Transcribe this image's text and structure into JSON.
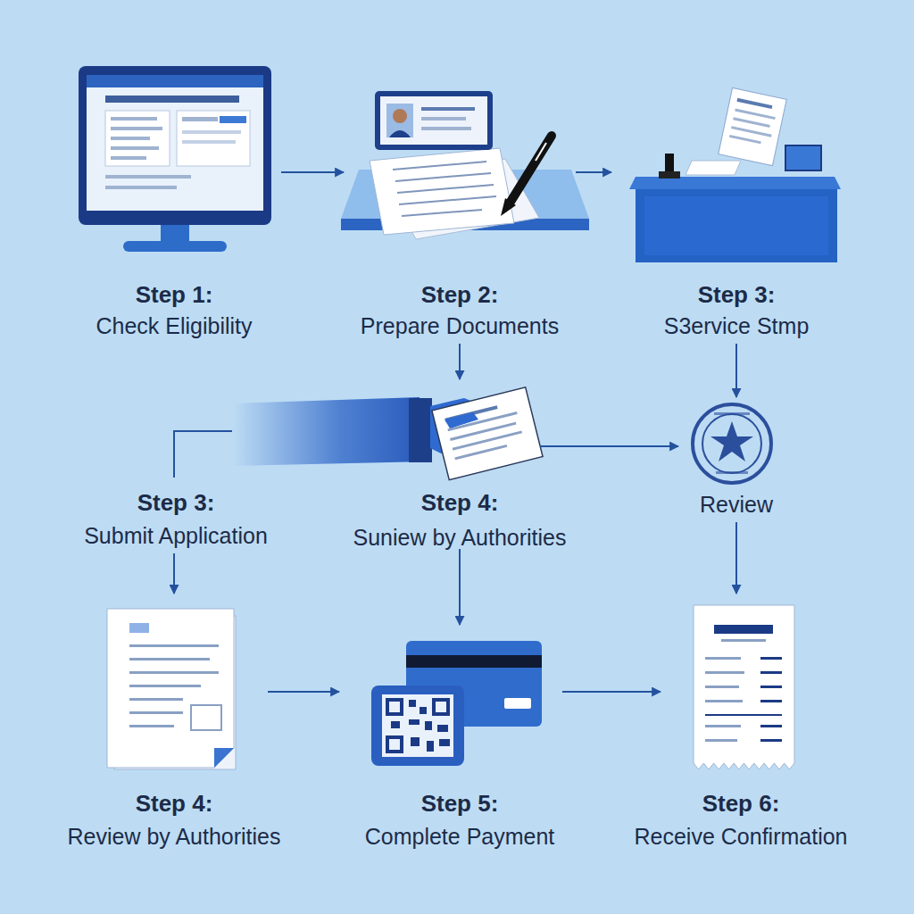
{
  "diagram": {
    "nodes": [
      {
        "text": [
          "Step 1:",
          "Check Eligibility"
        ]
      },
      {
        "text": [
          "Step 2:",
          "Prepare Documents"
        ]
      },
      {
        "text": [
          "Step 3:",
          "S3ervice Stmp"
        ]
      },
      {
        "text": [
          "Step 3:",
          "Submit Application"
        ]
      },
      {
        "text": [
          "Step 4:",
          "Suniew by Authorities"
        ]
      },
      {
        "text": [
          "Review"
        ]
      },
      {
        "text": [
          "Step 4:",
          "Review by Authorities"
        ]
      },
      {
        "text": [
          "Step 5:",
          "Complete Payment"
        ]
      },
      {
        "text": [
          "Step 6:",
          "Receive Confirmation"
        ]
      }
    ],
    "edges": [
      {
        "from": 0,
        "to": 1,
        "arrow": "to"
      },
      {
        "from": 1,
        "to": 2,
        "arrow": "to"
      },
      {
        "from": 1,
        "to": 4,
        "arrow": "to"
      },
      {
        "from": 2,
        "to": 5,
        "arrow": "to"
      },
      {
        "from": 4,
        "to": 3,
        "arrow": "none"
      },
      {
        "from": 4,
        "to": 5,
        "arrow": "to"
      },
      {
        "from": 3,
        "to": 6,
        "arrow": "to"
      },
      {
        "from": 4,
        "to": 7,
        "arrow": "to"
      },
      {
        "from": 5,
        "to": 8,
        "arrow": "to"
      },
      {
        "from": 6,
        "to": 7,
        "arrow": "to"
      },
      {
        "from": 7,
        "to": 8,
        "arrow": "to"
      }
    ]
  }
}
